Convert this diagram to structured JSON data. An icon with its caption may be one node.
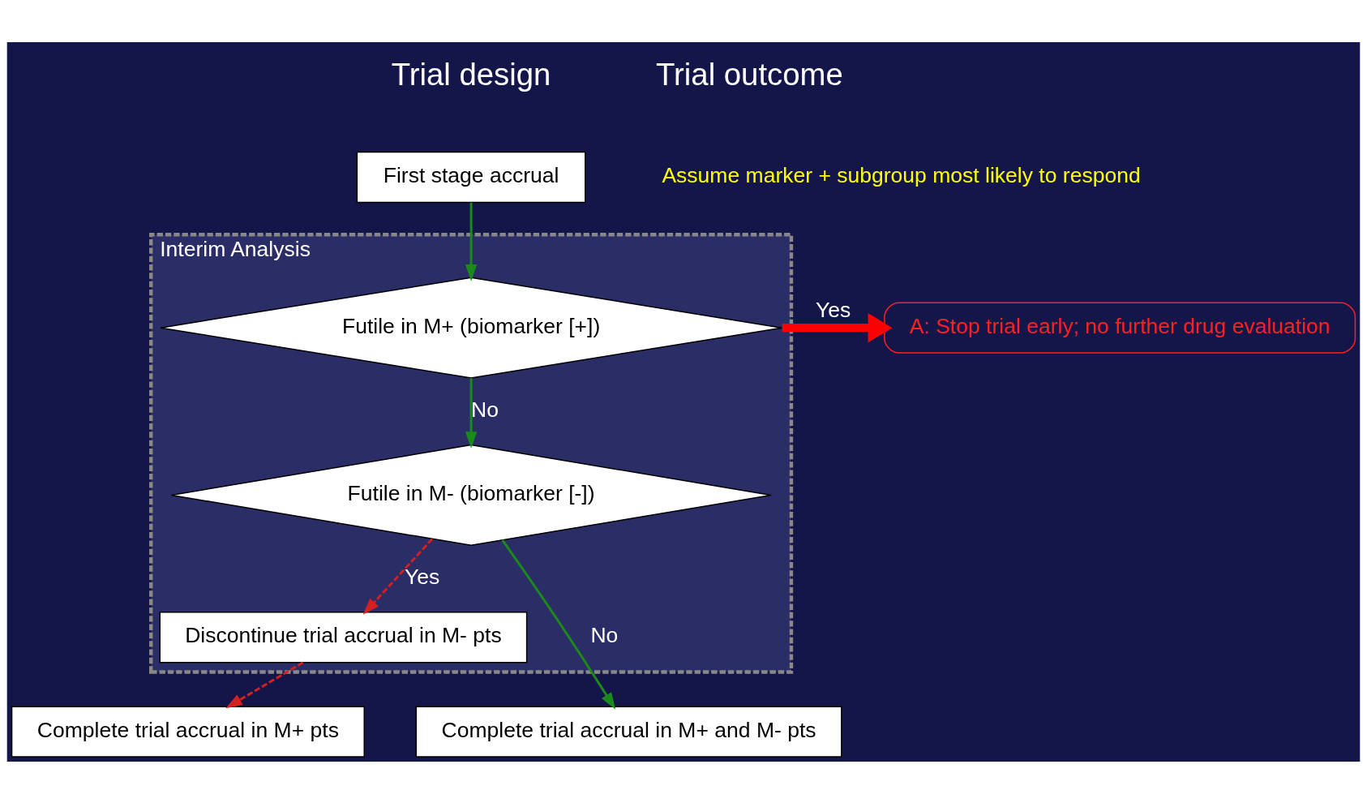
{
  "diagram": {
    "nodes": [
      {
        "text": [
          "First stage accrual"
        ]
      },
      {
        "text": [
          "Interim Analysis"
        ]
      },
      {
        "text": [
          "Futile in M+ (biomarker [+])"
        ],
        "in": 1
      },
      {
        "text": [
          "Futile in M- (biomarker [-])"
        ],
        "in": 1
      },
      {
        "text": [
          "Discontinue trial accrual in M- pts"
        ],
        "in": 1
      },
      {
        "text": [
          "A: Stop trial early; no further drug evaluation"
        ]
      },
      {
        "text": [
          "Complete trial accrual in M+ and M- pts"
        ]
      },
      {
        "text": [
          "Complete trial accrual in M+ pts"
        ]
      }
    ],
    "edges": [
      {
        "from": 0,
        "to": 2,
        "arrow": "to"
      },
      {
        "from": 2,
        "to": 5,
        "arrow": "to",
        "label": "Yes",
        "style": "thick",
        "color": "#ff0000"
      },
      {
        "from": 2,
        "to": 3,
        "arrow": "to",
        "label": "No"
      },
      {
        "from": 3,
        "to": 4,
        "arrow": "to",
        "label": "Yes",
        "style": "dashed",
        "color": "#d42020"
      },
      {
        "from": 3,
        "to": 6,
        "arrow": "to",
        "label": "No"
      },
      {
        "from": 4,
        "to": 7,
        "arrow": "to",
        "style": "dashed",
        "color": "#d42020"
      }
    ],
    "labels": [
      "Trial design",
      "Trial outcome",
      "Assume marker + subgroup most likely to respond"
    ]
  }
}
